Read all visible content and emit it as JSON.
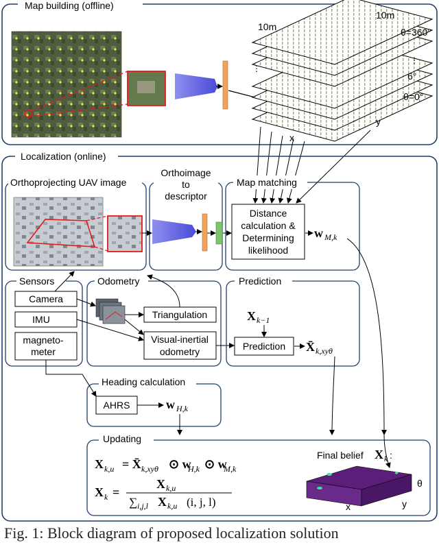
{
  "sections": {
    "map_building": "Map building (offline)",
    "localization": "Localization (online)"
  },
  "map_stack": {
    "cell_x": "10m",
    "cell_y": "10m",
    "theta_top": "θ=360°",
    "theta_step": "6°",
    "theta_bottom": "θ=0°",
    "axis_x": "x",
    "axis_y": "y"
  },
  "blocks": {
    "ortho": "Orthoprojecting UAV image",
    "descriptor_lines": [
      "Orthoimage",
      "to",
      "descriptor"
    ],
    "map_matching": "Map matching",
    "distance_lines": [
      "Distance",
      "calculation &",
      "Determining",
      "likelihood"
    ],
    "sensors": "Sensors",
    "camera": "Camera",
    "imu": "IMU",
    "magnetometer_lines": [
      "magneto-",
      "meter"
    ],
    "odometry": "Odometry",
    "triangulation": "Triangulation",
    "vio_lines": [
      "Visual-inertial",
      "odometry"
    ],
    "prediction_box": "Prediction",
    "prediction_inner": "Prediction",
    "heading": "Heading calculation",
    "ahrs": "AHRS",
    "updating": "Updating",
    "final_belief": "Final belief",
    "belief_x": "x",
    "belief_y": "y",
    "belief_theta": "θ"
  },
  "symbols": {
    "w_m": "w",
    "w_m_sub": "M,k",
    "x_prev": "X",
    "x_prev_sub": "k−1",
    "x_bar": "X̄",
    "x_bar_sub": "k,xyθ",
    "w_h": "w",
    "w_h_sub": "H,k",
    "eq1_lhs": "X",
    "eq1_lhs_sub": "k,u",
    "eq1_rhs": "= X̄",
    "eq1_rhs_sub": "k,xyθ",
    "eq1_odot1": "⊙ w",
    "eq1_w_h_sub": "H,k",
    "eq1_odot2": "⊙ w",
    "eq1_w_m_sub": "M,k",
    "eq2_lhs": "X",
    "eq2_lhs_sub": "k",
    "eq2_eq": "=",
    "eq2_num": "X",
    "eq2_num_sub": "k,u",
    "eq2_den": "∑",
    "eq2_den_sub": "i,j,l",
    "eq2_den_rest": "X",
    "eq2_den_rest_sub": "k,u",
    "eq2_den_args": "(i, j, l)",
    "belief_sym": "X",
    "belief_sym_sub": "k",
    "belief_colon": ":"
  },
  "caption": "Fig. 1: Block diagram of proposed localization solution"
}
